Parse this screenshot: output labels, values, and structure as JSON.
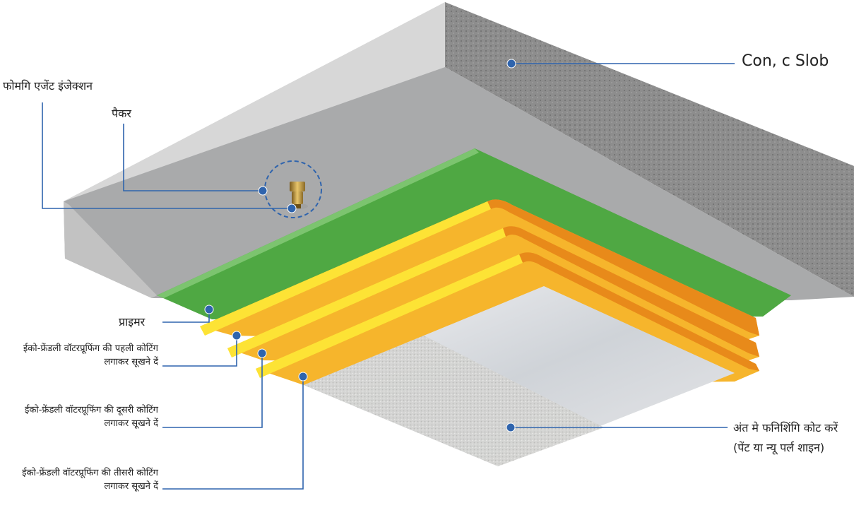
{
  "colors": {
    "primer": "#4fa843",
    "coating_yellow": "#f6b52c",
    "coating_orange": "#e88a1a",
    "coating_edge": "#fde335",
    "leader": "#2f64ad",
    "slab_top": "#cfcfcf",
    "slab_side": "#8e8e8e"
  },
  "labels": {
    "slab": "Con, c Slob",
    "foaming": "फोमगि एजेंट इंजेक्शन",
    "packer": "पैकर",
    "primer": "प्राइमर",
    "coat1_line1": "ईको-फ्रेंडली वॉटरप्रूफिंग की पहली कोटिंग",
    "coat1_line2": "लगाकर सूखने दें",
    "coat2_line1": "ईको-फ्रेंडली वॉटरप्रूफिंग की दूसरी कोटिंग",
    "coat2_line2": "लगाकर सूखने दें",
    "coat3_line1": "ईको-फ्रेंडली वॉटरप्रूफिंग की तीसरी कोटिंग",
    "coat3_line2": "लगाकर सूखने दें",
    "finish_line1": "अंत मे फनिशिंगि कोट करें",
    "finish_line2": "(पेंट या न्यू पर्ल शाइन)"
  }
}
